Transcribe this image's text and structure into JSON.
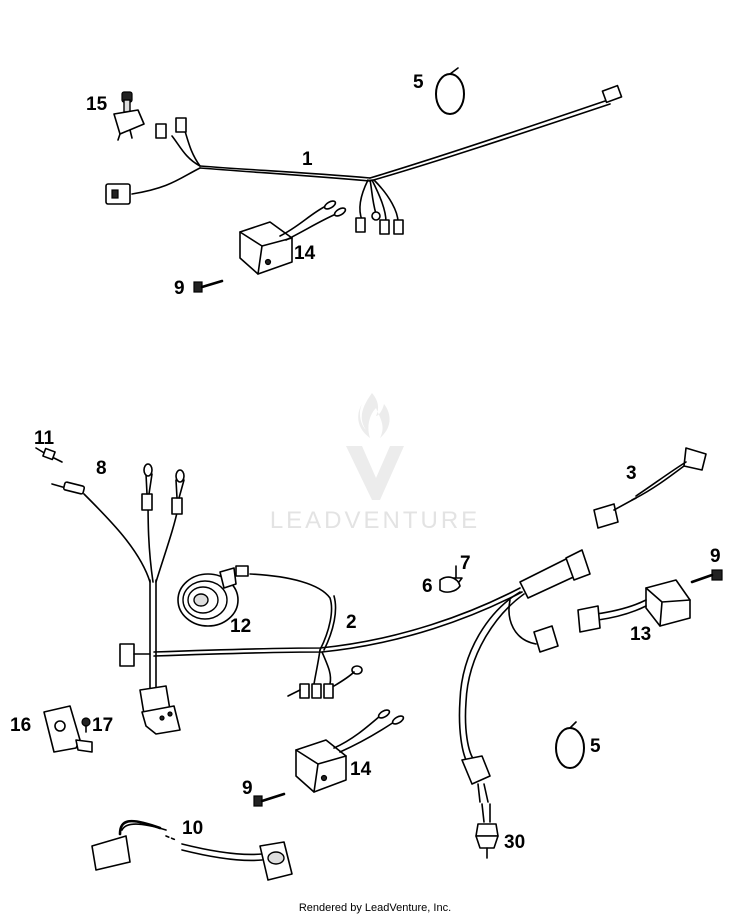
{
  "watermark": {
    "text": "LEADVENTURE"
  },
  "footer": {
    "text": "Rendered by LeadVenture, Inc."
  },
  "callouts": {
    "c1": "1",
    "c2": "2",
    "c3": "3",
    "c5a": "5",
    "c5b": "5",
    "c6": "6",
    "c7": "7",
    "c8": "8",
    "c9a": "9",
    "c9b": "9",
    "c9c": "9",
    "c10": "10",
    "c11": "11",
    "c12": "12",
    "c13": "13",
    "c14a": "14",
    "c14b": "14",
    "c15": "15",
    "c16": "16",
    "c17": "17",
    "c30": "30"
  }
}
